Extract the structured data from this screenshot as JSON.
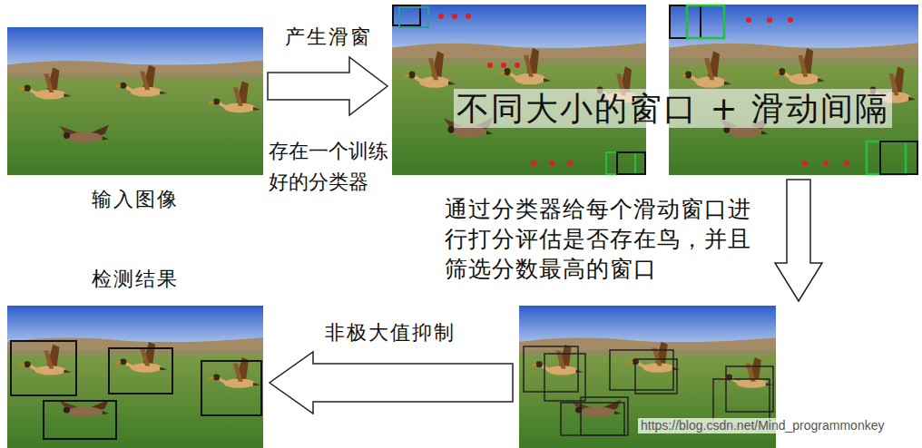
{
  "diagram": {
    "nodes": [
      {
        "text": [
          "输入图像"
        ]
      },
      {
        "text": []
      },
      {
        "text": []
      },
      {
        "text": []
      },
      {
        "text": [
          "检测结果"
        ]
      }
    ],
    "edges": [
      {
        "from": 0,
        "to": 1,
        "arrow": "to",
        "label": "产生滑窗"
      },
      {
        "from": 2,
        "to": 3,
        "arrow": "to",
        "label": "通过分类器给每个滑动窗口进行打分评估是否存在鸟，并且筛选分数最高的窗口"
      },
      {
        "from": 3,
        "to": 4,
        "arrow": "to",
        "label": "非极大值抑制"
      }
    ],
    "labels": [
      "存在一个训练好的分类器",
      "不同大小的窗口 + 滑动间隔",
      "https://blog.csdn.net/Mind_programmonkey"
    ]
  }
}
